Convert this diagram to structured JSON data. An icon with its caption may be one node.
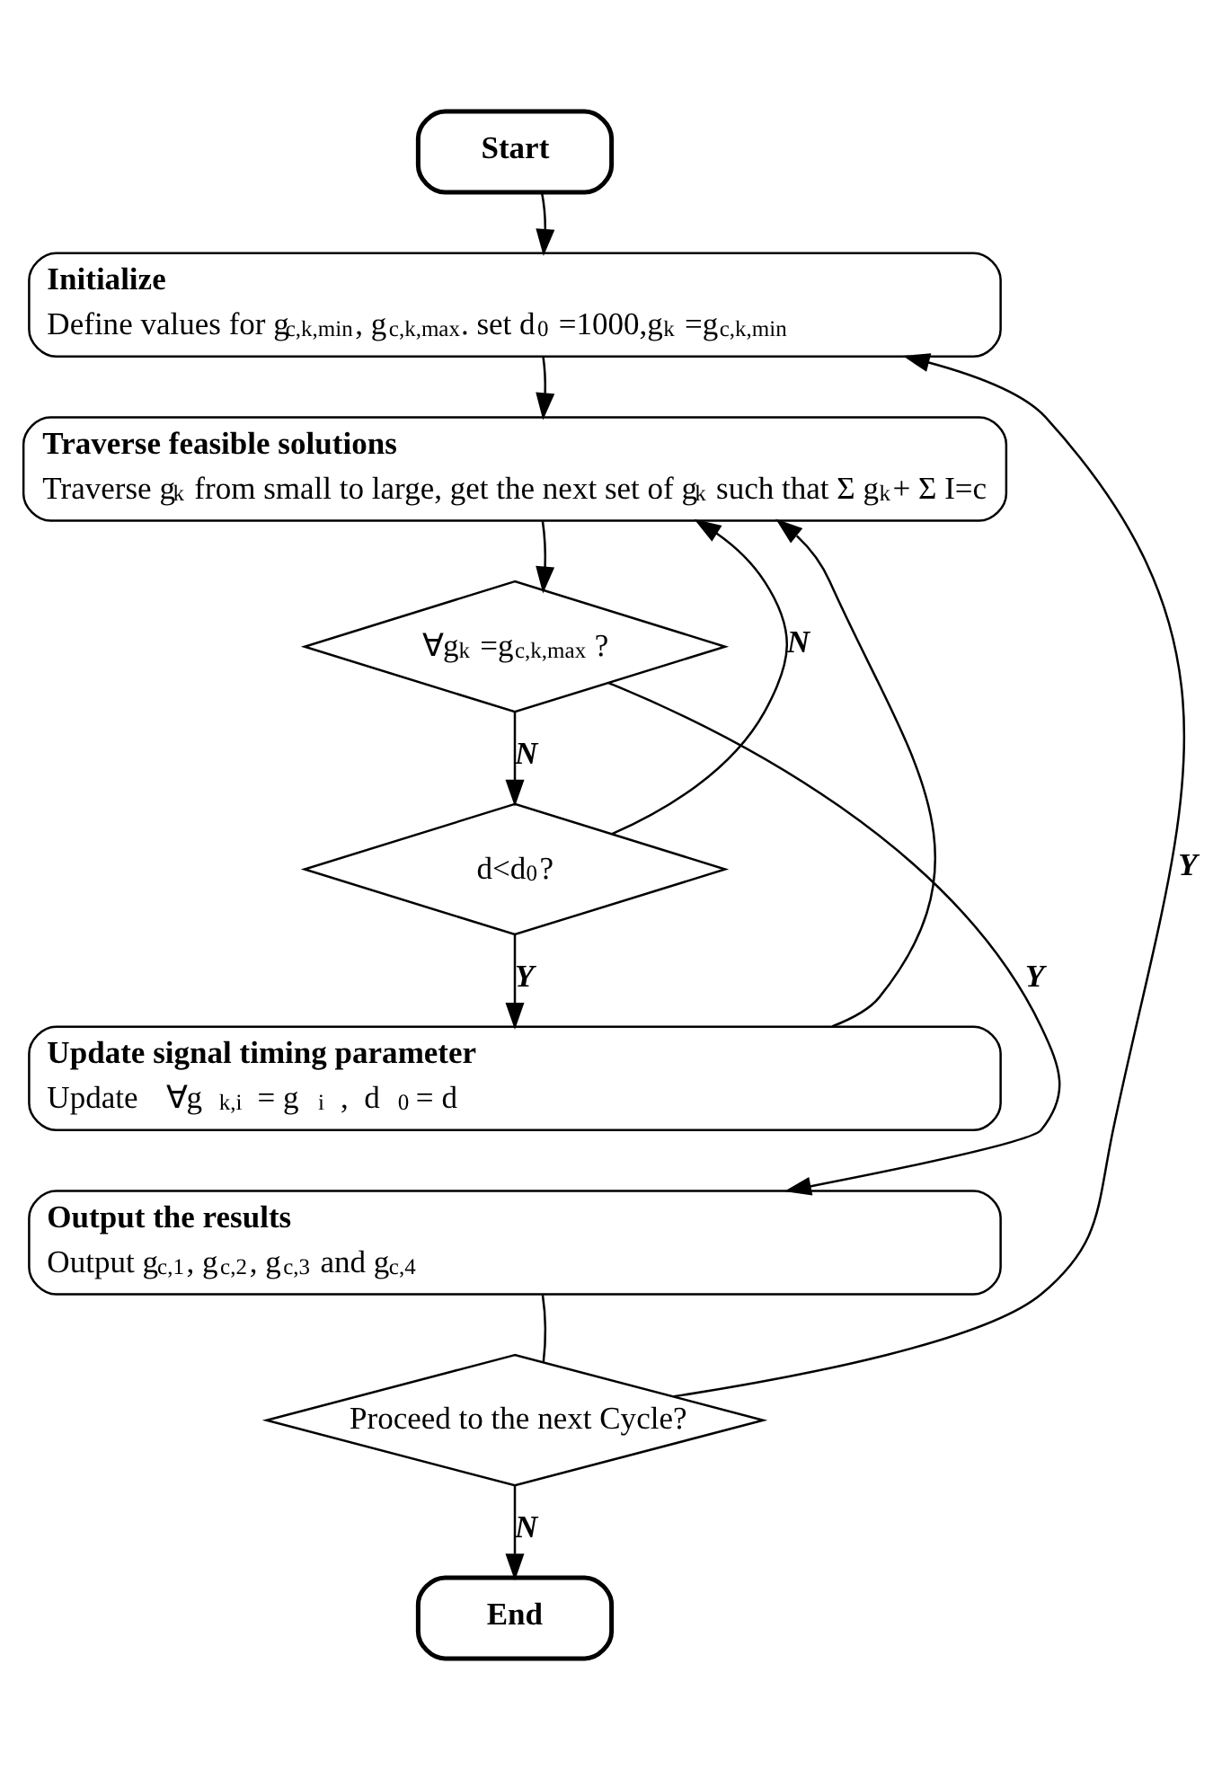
{
  "diagram": {
    "nodes": [
      {
        "text": [
          "Start"
        ]
      },
      {
        "text": [
          "Initialize",
          "Define values for g$_{c,k,min}$, g$_{c,k,max}$. set d$_{0}$ =1000,g$_{k}$ =g$_{c,k,min}$"
        ]
      },
      {
        "text": [
          "Traverse feasible solutions",
          "Traverse g$_{k}$ from small to large, get the next set of g$_{k}$ such that Σ g$_{k}$+ Σ I=c"
        ]
      },
      {
        "text": [
          "∀g$_{k}$ =g$_{c,k,max}$ ?"
        ]
      },
      {
        "text": [
          "d<d$_{0}$?"
        ]
      },
      {
        "text": [
          "Update signal timing parameter",
          "Update ∀g$_{k,i}$ = g$_{i}$ ,  d$_{0}$= d"
        ]
      },
      {
        "text": [
          "Output the results",
          "Output g$_{c,1}$, g$_{c,2}$, g$_{c,3}$ and g$_{c,4}$"
        ]
      },
      {
        "text": [
          "Proceed to the next Cycle?"
        ]
      },
      {
        "text": [
          "End"
        ]
      }
    ],
    "edges": [
      {
        "from": 0,
        "to": 1,
        "arrow": "to"
      },
      {
        "from": 1,
        "to": 2,
        "arrow": "to"
      },
      {
        "from": 2,
        "to": 3,
        "arrow": "to"
      },
      {
        "from": 3,
        "to": 4,
        "arrow": "to",
        "label": "N"
      },
      {
        "from": 3,
        "to": 6,
        "arrow": "to",
        "label": "Y"
      },
      {
        "from": 4,
        "to": 2,
        "arrow": "to",
        "label": "N"
      },
      {
        "from": 4,
        "to": 5,
        "arrow": "to",
        "label": "Y"
      },
      {
        "from": 5,
        "to": 2,
        "arrow": "to"
      },
      {
        "from": 6,
        "to": 7,
        "arrow": "none"
      },
      {
        "from": 7,
        "to": 1,
        "arrow": "to",
        "label": "Y"
      },
      {
        "from": 7,
        "to": 8,
        "arrow": "to",
        "label": "N"
      }
    ]
  }
}
